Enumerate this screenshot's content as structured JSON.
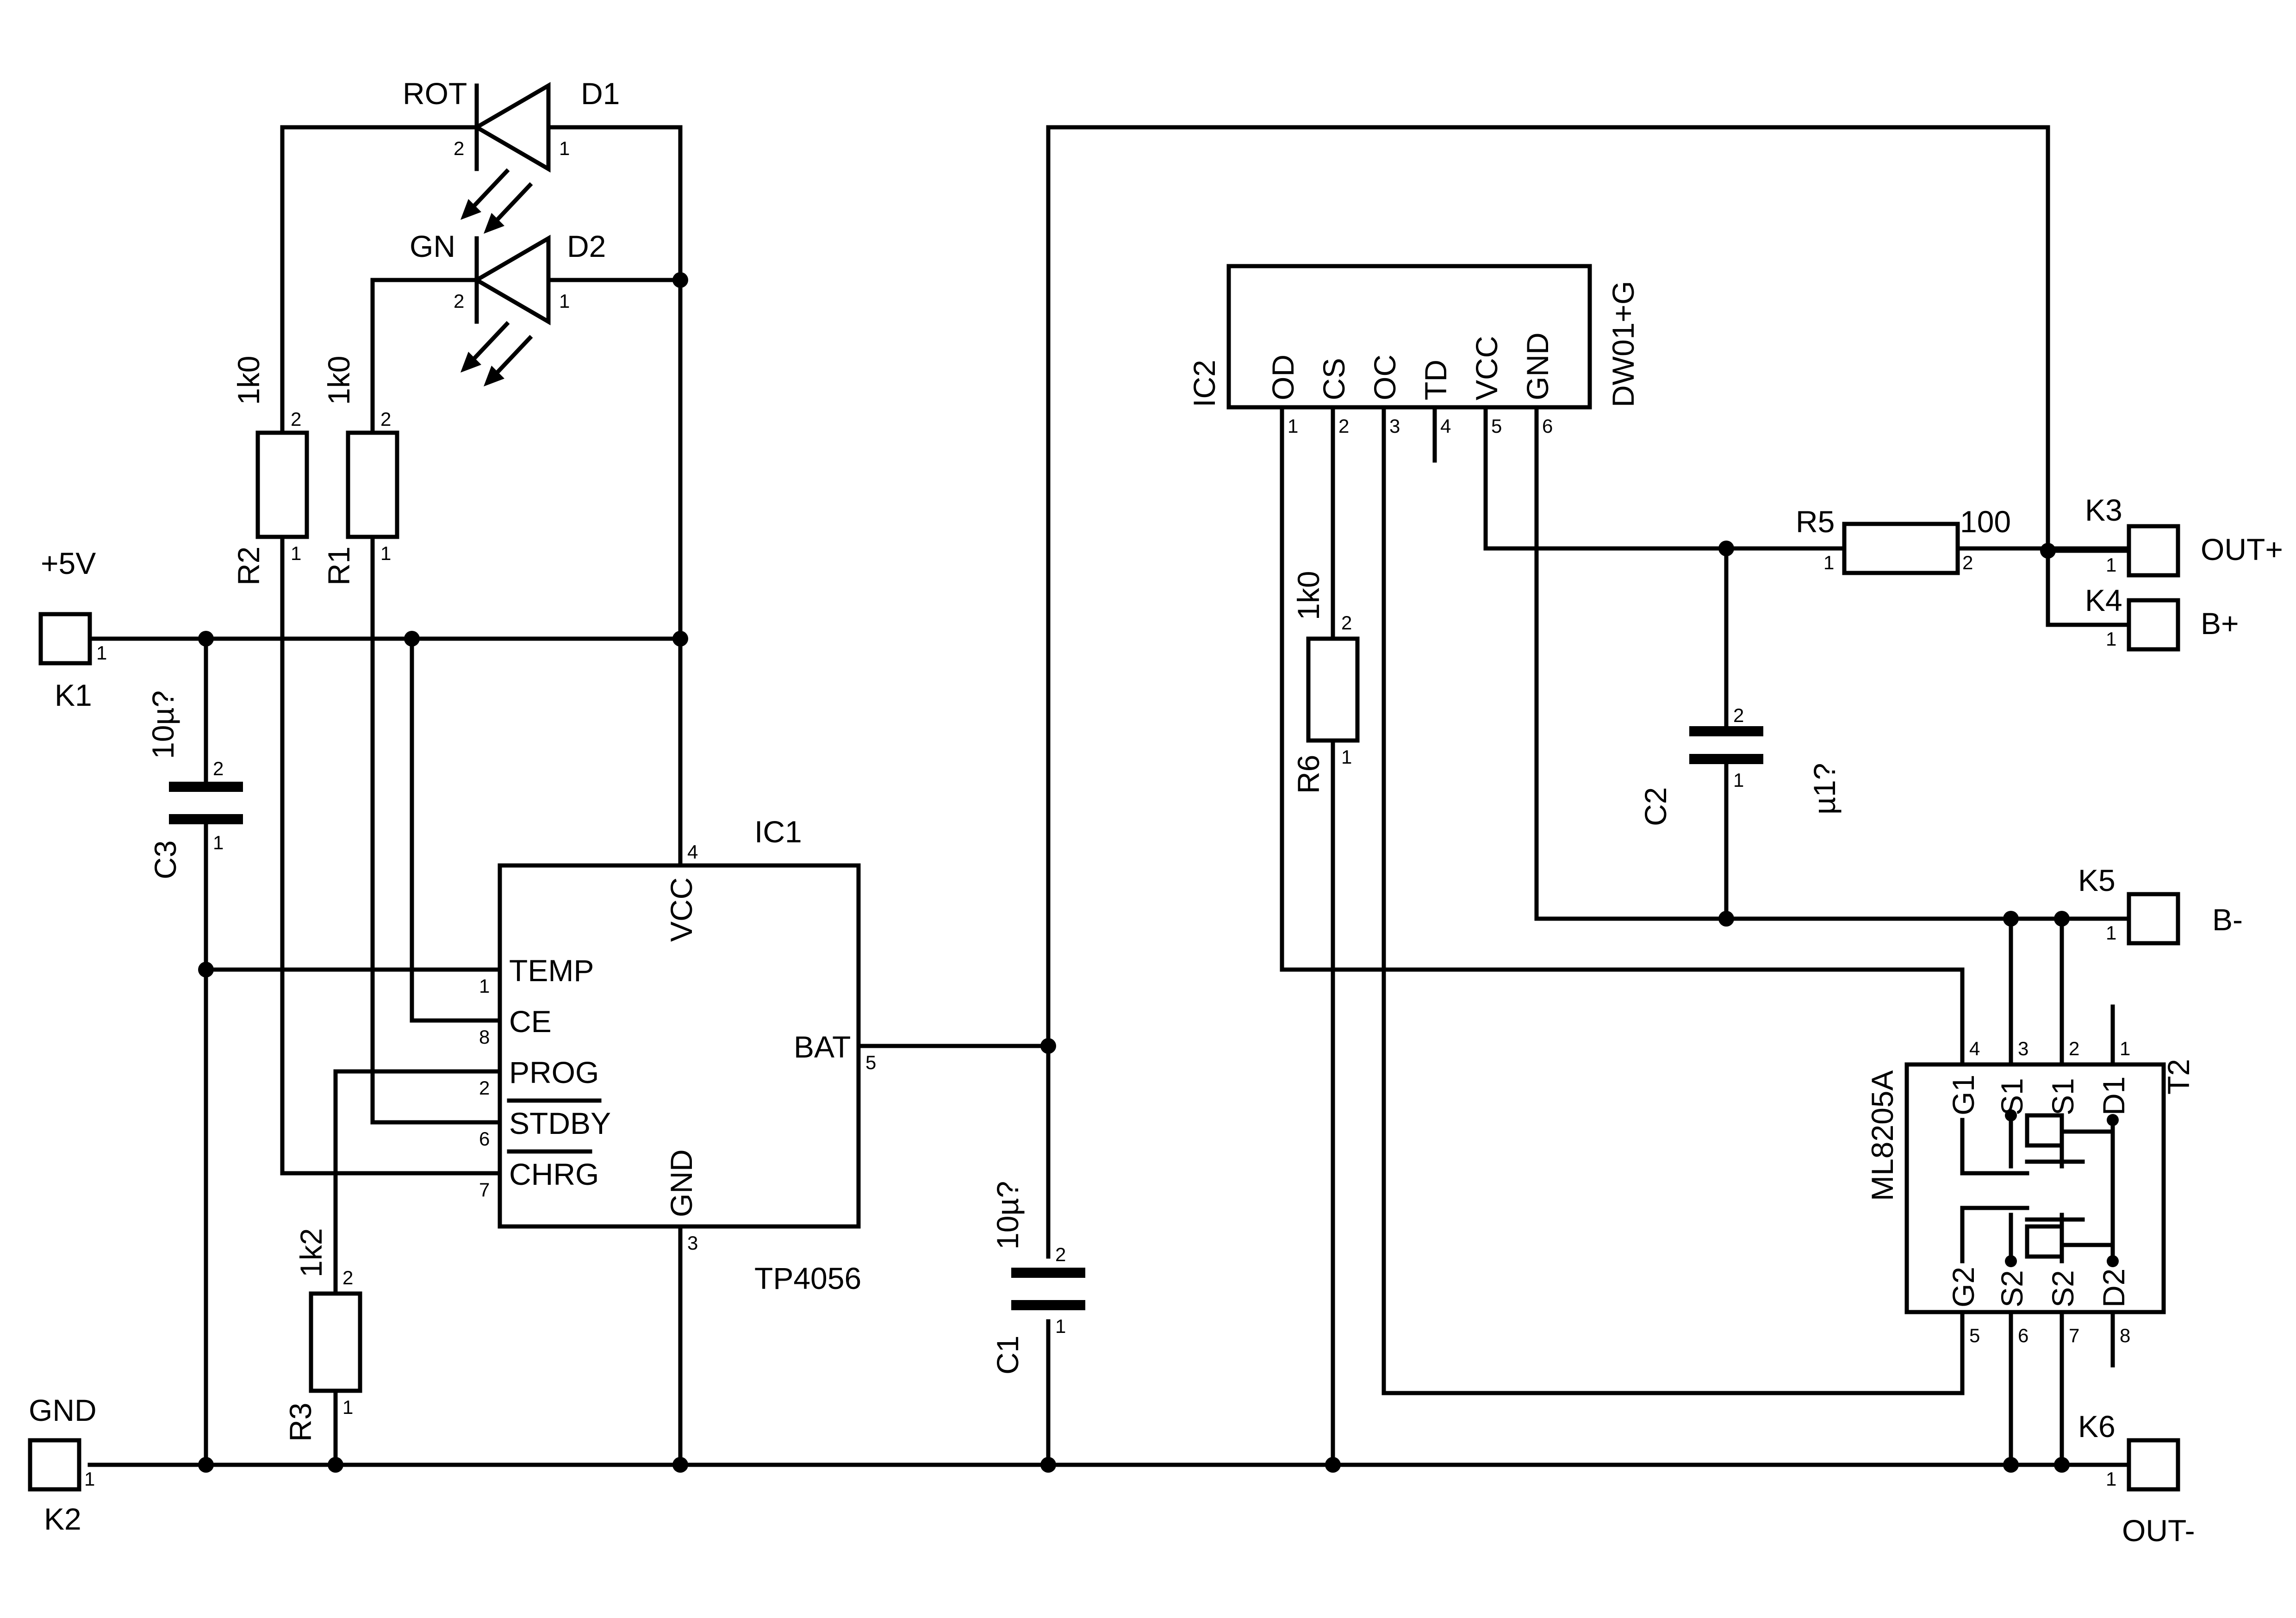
{
  "components": {
    "d1": {
      "ref": "D1",
      "color": "ROT",
      "pin_a": "2",
      "pin_k": "1"
    },
    "d2": {
      "ref": "D2",
      "color": "GN",
      "pin_a": "2",
      "pin_k": "1"
    },
    "r1": {
      "ref": "R1",
      "value": "1k0",
      "pin1": "1",
      "pin2": "2"
    },
    "r2": {
      "ref": "R2",
      "value": "1k0",
      "pin1": "1",
      "pin2": "2"
    },
    "r3": {
      "ref": "R3",
      "value": "1k2",
      "pin1": "1",
      "pin2": "2"
    },
    "r5": {
      "ref": "R5",
      "value": "100",
      "pin1": "1",
      "pin2": "2"
    },
    "r6": {
      "ref": "R6",
      "value": "1k0",
      "pin1": "1",
      "pin2": "2"
    },
    "c1": {
      "ref": "C1",
      "value": "10µ?",
      "pin1": "1",
      "pin2": "2"
    },
    "c2": {
      "ref": "C2",
      "value": "µ1?",
      "pin1": "1",
      "pin2": "2"
    },
    "c3": {
      "ref": "C3",
      "value": "10µ?",
      "pin1": "1",
      "pin2": "2"
    }
  },
  "ic1": {
    "ref": "IC1",
    "part": "TP4056",
    "pins": {
      "temp": "TEMP",
      "ce": "CE",
      "prog": "PROG",
      "stdby": "STDBY",
      "chrg": "CHRG",
      "bat": "BAT",
      "vcc": "VCC",
      "gnd": "GND"
    },
    "nums": {
      "temp": "1",
      "ce": "8",
      "prog": "2",
      "stdby": "6",
      "chrg": "7",
      "bat": "5",
      "vcc": "4",
      "gnd": "3"
    }
  },
  "ic2": {
    "ref": "IC2",
    "part": "DW01+G",
    "pins": [
      "OD",
      "CS",
      "OC",
      "TD",
      "VCC",
      "GND"
    ],
    "nums": [
      "1",
      "2",
      "3",
      "4",
      "5",
      "6"
    ]
  },
  "t2": {
    "ref": "T2",
    "part": "ML8205A",
    "top_pins": [
      "G1",
      "S1",
      "S1",
      "D1"
    ],
    "top_nums": [
      "4",
      "3",
      "2",
      "1"
    ],
    "bottom_pins": [
      "G2",
      "S2",
      "S2",
      "D2"
    ],
    "bottom_nums": [
      "5",
      "6",
      "7",
      "8"
    ]
  },
  "connectors": {
    "k1": {
      "ref": "K1",
      "label": "+5V",
      "pin": "1"
    },
    "k2": {
      "ref": "K2",
      "label": "GND",
      "pin": "1"
    },
    "k3": {
      "ref": "K3",
      "label": "OUT+",
      "pin": "1"
    },
    "k4": {
      "ref": "K4",
      "label": "B+",
      "pin": "1"
    },
    "k5": {
      "ref": "K5",
      "label": "B-",
      "pin": "1"
    },
    "k6": {
      "ref": "K6",
      "label": "OUT-",
      "pin": "1"
    }
  }
}
